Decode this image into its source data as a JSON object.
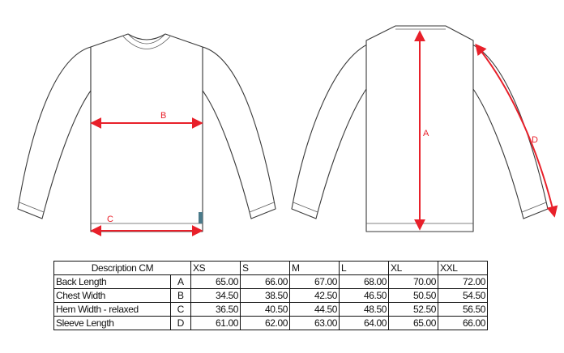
{
  "labels": {
    "a": "A",
    "b": "B",
    "c": "C",
    "d": "D"
  },
  "colors": {
    "measure": "#e8202a",
    "outline": "#3a3a3a",
    "tag": "#4a7a8a"
  },
  "table": {
    "description_header": "Description CM",
    "sizes": [
      "XS",
      "S",
      "M",
      "L",
      "XL",
      "XXL"
    ],
    "rows": [
      {
        "description": "Back Length",
        "code": "A",
        "values": [
          "65.00",
          "66.00",
          "67.00",
          "68.00",
          "70.00",
          "72.00"
        ]
      },
      {
        "description": "Chest Width",
        "code": "B",
        "values": [
          "34.50",
          "38.50",
          "42.50",
          "46.50",
          "50.50",
          "54.50"
        ]
      },
      {
        "description": "Hem Width - relaxed",
        "code": "C",
        "values": [
          "36.50",
          "40.50",
          "44.50",
          "48.50",
          "52.50",
          "56.50"
        ]
      },
      {
        "description": "Sleeve Length",
        "code": "D",
        "values": [
          "61.00",
          "62.00",
          "63.00",
          "64.00",
          "65.00",
          "66.00"
        ]
      }
    ]
  }
}
